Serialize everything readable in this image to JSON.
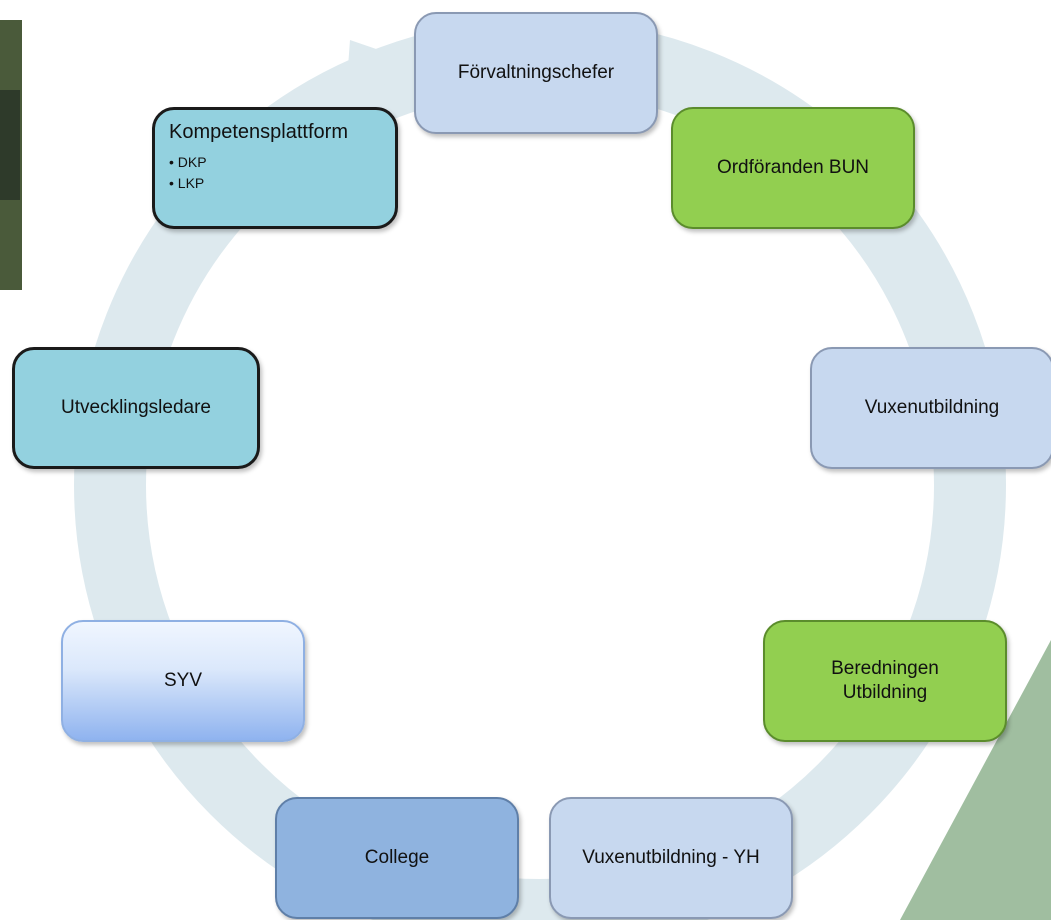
{
  "diagram": {
    "type": "cycle",
    "nodes": [
      {
        "id": "forvaltningschefer",
        "label": "Förvaltningschefer",
        "color": "#c7d8ef",
        "border": "#8a99b3"
      },
      {
        "id": "ordforanden-bun",
        "label": "Ordföranden BUN",
        "color": "#92cf50",
        "border": "#5b8c2c"
      },
      {
        "id": "vuxenutbildning",
        "label": "Vuxenutbildning",
        "color": "#c7d8ef",
        "border": "#8a99b3"
      },
      {
        "id": "beredningen-utbildning",
        "label": "Beredningen\nUtbildning",
        "color": "#92cf50",
        "border": "#5b8c2c"
      },
      {
        "id": "vuxenutbildning-yh",
        "label": "Vuxenutbildning - YH",
        "color": "#c7d8ef",
        "border": "#8a99b3"
      },
      {
        "id": "college",
        "label": "College",
        "color": "#8fb3df",
        "border": "#5f7fa8"
      },
      {
        "id": "syv",
        "label": "SYV",
        "color": "#dbe8fb",
        "border": "#8fb0e3"
      },
      {
        "id": "utvecklingsledare",
        "label": "Utvecklingsledare",
        "color": "#93d1df",
        "border": "#1a1a1a"
      },
      {
        "id": "kompetensplattform",
        "label": "Kompetensplattform",
        "items": [
          "DKP",
          "LKP"
        ],
        "color": "#93d1df",
        "border": "#1a1a1a"
      }
    ],
    "cycle_arrow_color": "#dde9ee",
    "corner_accent_color": "#8fb38f"
  }
}
